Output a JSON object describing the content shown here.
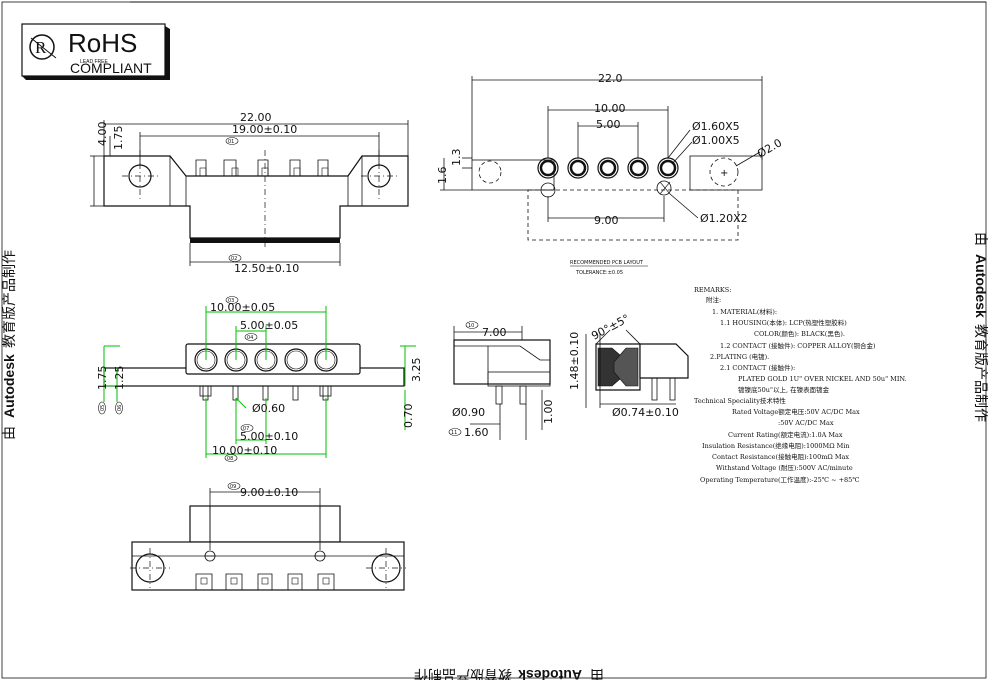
{
  "logo": {
    "main": "RoHS",
    "sub": "LEAD FREE",
    "compliant": "COMPLIANT"
  },
  "watermark": {
    "prefix": "由",
    "brand": "Autodesk",
    "suffix": "教育版产品制作"
  },
  "front_view": {
    "d_total": "22.00",
    "d_pitch": "19.00±0.10",
    "d_pitch_tag": "01",
    "d_height": "4.00",
    "d_flange": "1.75",
    "d_bottom": "12.50±0.10",
    "d_bottom_tag": "02"
  },
  "bottom_view": {
    "d_top": "10.00±0.05",
    "d_top_tag": "03",
    "d_hole": "5.00±0.05",
    "d_hole_tag": "04",
    "d_left_a": "1.75",
    "d_left_a_tag": "05",
    "d_left_b": "1.25",
    "d_left_b_tag": "06",
    "d_right_a": "3.25",
    "d_right_b": "0.70",
    "d_pin": "Ø0.60",
    "d_pin_pitch": "5.00±0.10",
    "d_pin_pitch_tag": "07",
    "d_pin_total": "10.00±0.10",
    "d_pin_total_tag": "08"
  },
  "side_view": {
    "d_width": "7.00",
    "d_width_tag": "10",
    "d_pin": "Ø0.90",
    "d_pin2": "1.60",
    "d_pin2_tag": "11",
    "d_len": "1.00"
  },
  "detail_view": {
    "d_len": "1.48±0.10",
    "d_angle": "90°±5°",
    "d_dia": "Ø0.74±0.10"
  },
  "top_view": {
    "d_pitch": "9.00±0.10",
    "d_pitch_tag": "09"
  },
  "pcb_layout": {
    "d_total": "22.0",
    "d_ten": "10.00",
    "d_five": "5.00",
    "d_nine": "9.00",
    "d_hole1": "Ø1.60X5",
    "d_hole2": "Ø1.00X5",
    "d_hole3": "Ø1.20X2",
    "d_big": "Ø2.0",
    "d_left1": "1.3",
    "d_left2": "1.6",
    "caption": "RECOMMENDED PCB LAYOUT",
    "tolerance": "TOLERANCE:±0.05"
  },
  "remarks": {
    "lines": [
      "REMARKS:",
      "附注:",
      "1. MATERIAL(材料):",
      "1.1 HOUSING(本体): LCP(热塑性塑胶料)",
      "COLOR(颜色): BLACK(黑色).",
      "1.2 CONTACT (接触件): COPPER ALLOY(铜合金)",
      "2.PLATING (电镀).",
      "2.1 CONTACT (接触件):",
      "PLATED GOLD 1U\" OVER NICKEL AND 50u\" MIN.",
      "镀镍底50u\"以上, 在镍表面镀金",
      "Technical Speciality技术特性",
      "Rated Voltage额定电压:50V AC/DC Max",
      ":50V AC/DC Max",
      "Current Rating(额定电流):1.0A Max",
      "Insulation Resistance(绝缘电阻):1000MΩ Min",
      "Contact Resistance(接触电阻):100mΩ Max",
      "Withstand Voltage (耐压):500V AC/minute",
      "Operating Temperature(工作温度):-25℃ ~ +85℃"
    ]
  }
}
